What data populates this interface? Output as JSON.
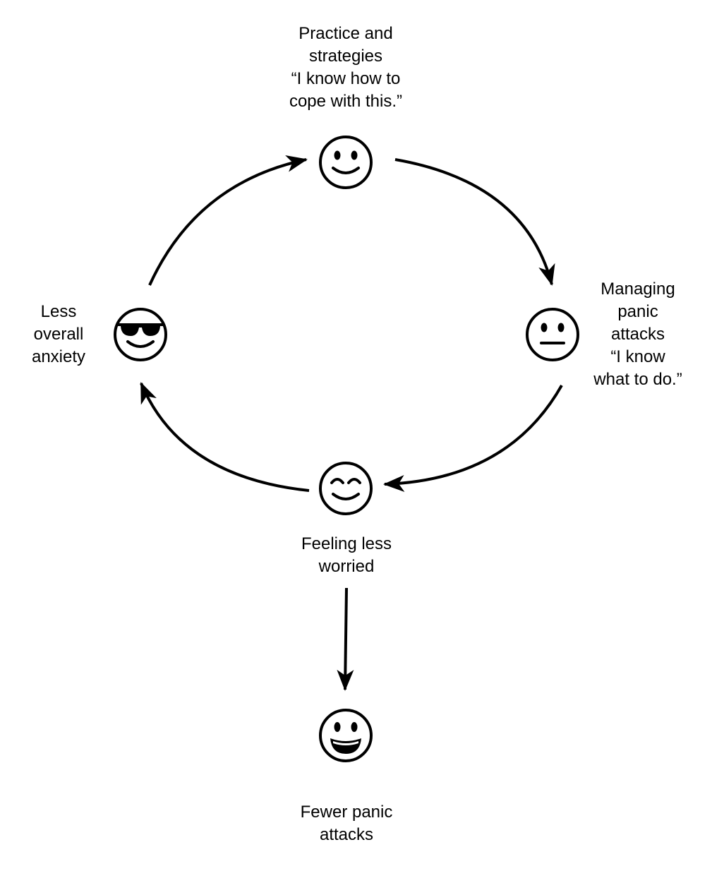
{
  "nodes": {
    "practice": {
      "icon": "slightly-smiling-face-icon",
      "lines": [
        "Practice and",
        "strategies",
        "“I know how to",
        "cope with this.”"
      ]
    },
    "managing": {
      "icon": "neutral-face-icon",
      "lines": [
        "Managing",
        "panic",
        "attacks",
        "“I know",
        "what to do.”"
      ]
    },
    "worried": {
      "icon": "smiling-face-with-smiling-eyes-icon",
      "lines": [
        "Feeling less",
        "worried"
      ]
    },
    "anxiety": {
      "icon": "smiling-face-with-sunglasses-icon",
      "lines": [
        "Less",
        "overall",
        "anxiety"
      ]
    },
    "fewer": {
      "icon": "grinning-face-icon",
      "lines": [
        "Fewer panic",
        "attacks"
      ]
    }
  },
  "colors": {
    "stroke": "#000000",
    "background": "#ffffff"
  }
}
